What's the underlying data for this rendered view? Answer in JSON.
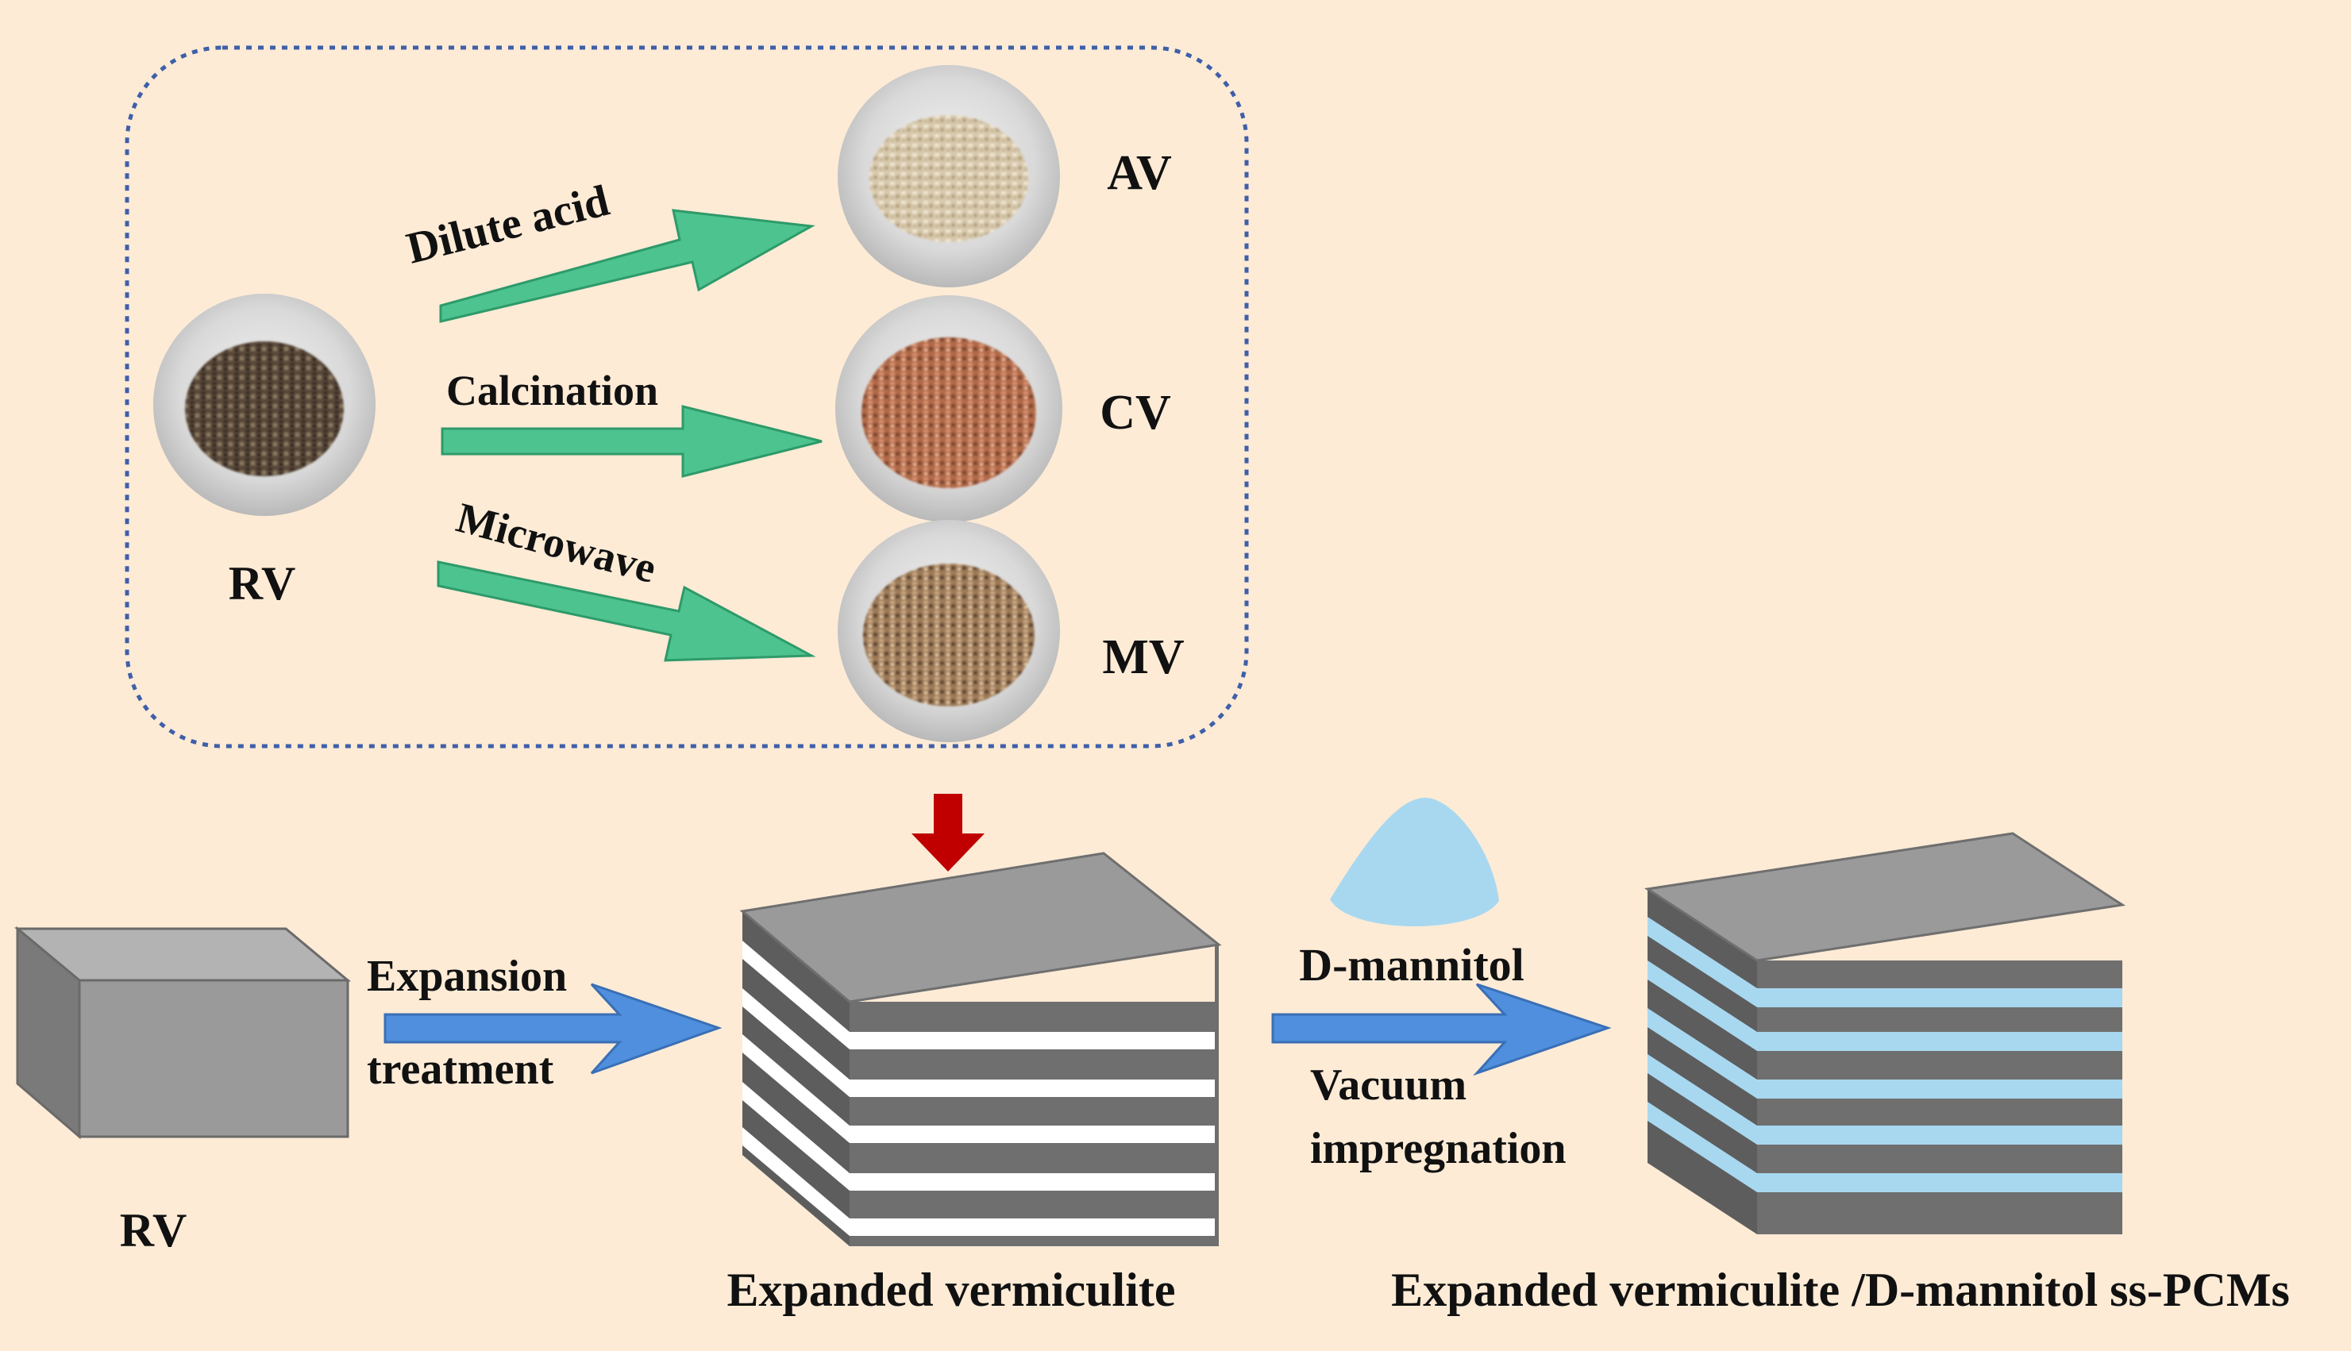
{
  "colors": {
    "background": "#FDEBD6",
    "dotted_border": "#3F5FA8",
    "green_arrow": "#4DC38F",
    "green_arrow_stroke": "#2E9A6A",
    "blue_arrow": "#4F8FDD",
    "red_arrow": "#C00000",
    "layer_dark": "#6F6F6F",
    "layer_top": "#9A9A9A",
    "layer_light": "#FFFFFF",
    "mannitol": "#A8D8F0"
  },
  "pretreatment": {
    "source_label": "RV",
    "methods": [
      {
        "arrow_label": "Dilute acid",
        "product_label": "AV",
        "icon": "light-granules-photo"
      },
      {
        "arrow_label": "Calcination",
        "product_label": "CV",
        "icon": "reddish-granules-photo"
      },
      {
        "arrow_label": "Microwave",
        "product_label": "MV",
        "icon": "brown-granules-photo"
      }
    ]
  },
  "process": {
    "raw_label": "RV",
    "expansion_label_1": "Expansion",
    "expansion_label_2": "treatment",
    "expanded_label": "Expanded vermiculite",
    "mannitol_label": "D-mannitol",
    "impregnation_label_1": "Vacuum",
    "impregnation_label_2": "impregnation",
    "composite_label": "Expanded vermiculite /D-mannitol ss-PCMs"
  }
}
